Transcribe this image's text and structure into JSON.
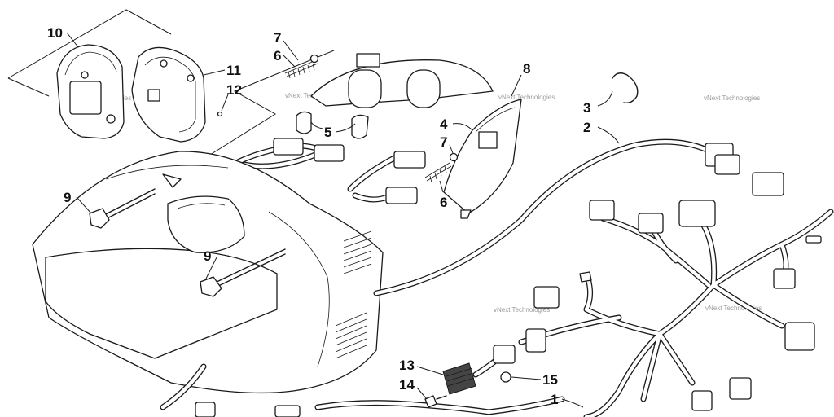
{
  "watermark": "vNext Technologies",
  "callouts": [
    {
      "id": "c10",
      "label": "10"
    },
    {
      "id": "c11",
      "label": "11"
    },
    {
      "id": "c12",
      "label": "12"
    },
    {
      "id": "c7a",
      "label": "7"
    },
    {
      "id": "c6a",
      "label": "6"
    },
    {
      "id": "c5",
      "label": "5"
    },
    {
      "id": "c8",
      "label": "8"
    },
    {
      "id": "c4",
      "label": "4"
    },
    {
      "id": "c7b",
      "label": "7"
    },
    {
      "id": "c6b",
      "label": "6"
    },
    {
      "id": "c3",
      "label": "3"
    },
    {
      "id": "c2",
      "label": "2"
    },
    {
      "id": "c9a",
      "label": "9"
    },
    {
      "id": "c9b",
      "label": "9"
    },
    {
      "id": "c13",
      "label": "13"
    },
    {
      "id": "c14",
      "label": "14"
    },
    {
      "id": "c15",
      "label": "15"
    },
    {
      "id": "c1",
      "label": "1"
    }
  ]
}
